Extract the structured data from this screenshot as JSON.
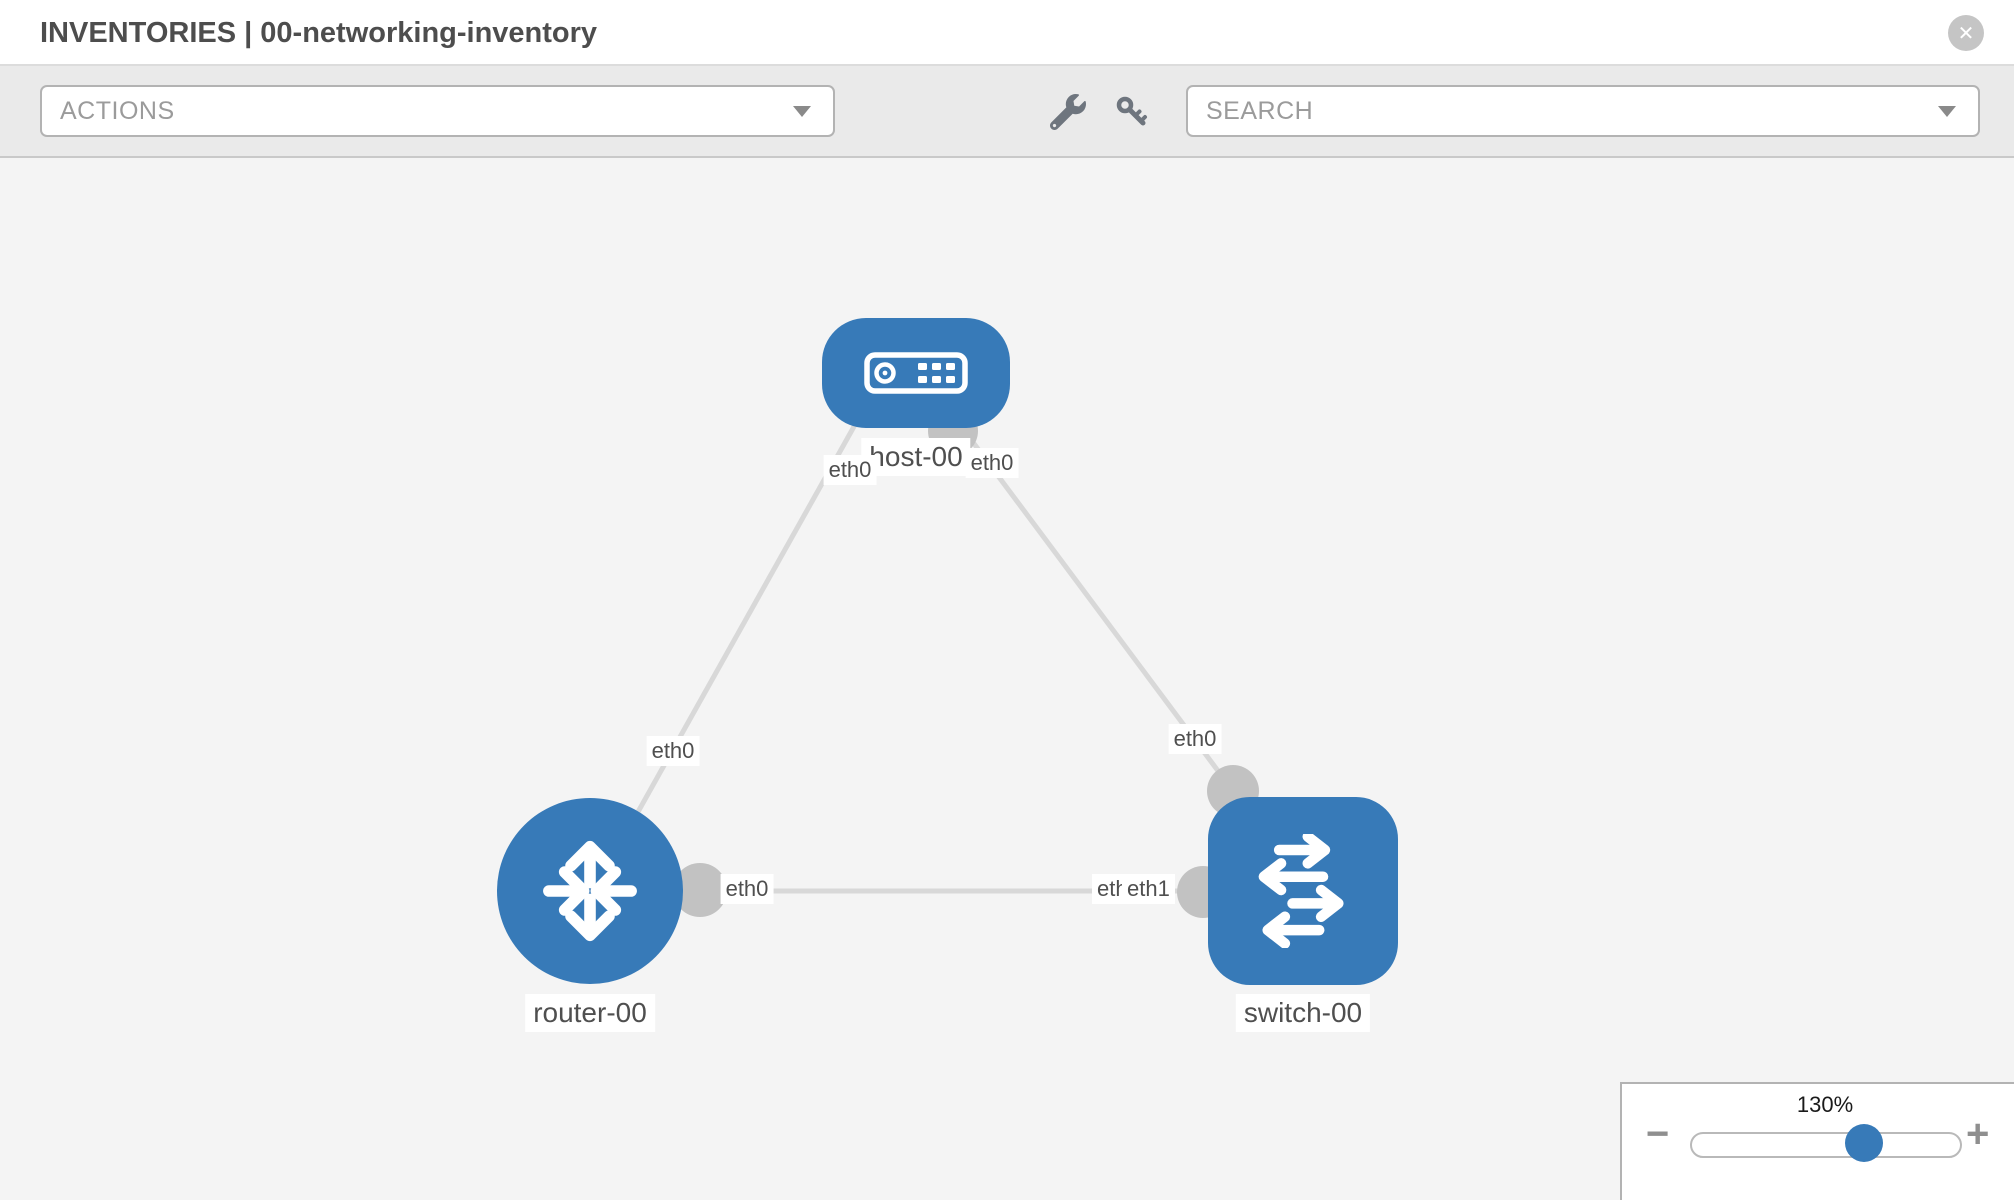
{
  "header": {
    "title": "INVENTORIES | 00-networking-inventory",
    "close_icon": "✕"
  },
  "toolbar": {
    "actions_label": "ACTIONS",
    "search_placeholder": "SEARCH",
    "icons": [
      "wrench-icon",
      "key-icon"
    ]
  },
  "topology": {
    "nodes": [
      {
        "id": "host-00",
        "type": "host",
        "label": "host-00"
      },
      {
        "id": "router-00",
        "type": "router",
        "label": "router-00"
      },
      {
        "id": "switch-00",
        "type": "switch",
        "label": "switch-00"
      }
    ],
    "links": [
      {
        "source": "host-00",
        "source_interface": "eth0",
        "target": "router-00",
        "target_interface": "eth0"
      },
      {
        "source": "host-00",
        "source_interface": "eth0",
        "target": "switch-00",
        "target_interface": "eth0"
      },
      {
        "source": "router-00",
        "source_interface": "eth0",
        "target": "switch-00",
        "target_interface": "eth1"
      }
    ],
    "interface_labels": [
      {
        "text": "eth0"
      },
      {
        "text": "eth0"
      },
      {
        "text": "eth0"
      },
      {
        "text": "eth0"
      },
      {
        "text": "eth0"
      },
      {
        "text": "eth0"
      },
      {
        "text": "eth1"
      }
    ]
  },
  "zoom_control": {
    "level": "130%",
    "minus_icon": "−",
    "plus_icon": "+"
  },
  "colors": {
    "node_blue": "#377ab8",
    "link_gray": "#d8d8d8",
    "connector_gray": "#c2c2c2",
    "canvas_gray": "#f4f4f4",
    "toolbar_gray": "#eaeaea"
  }
}
